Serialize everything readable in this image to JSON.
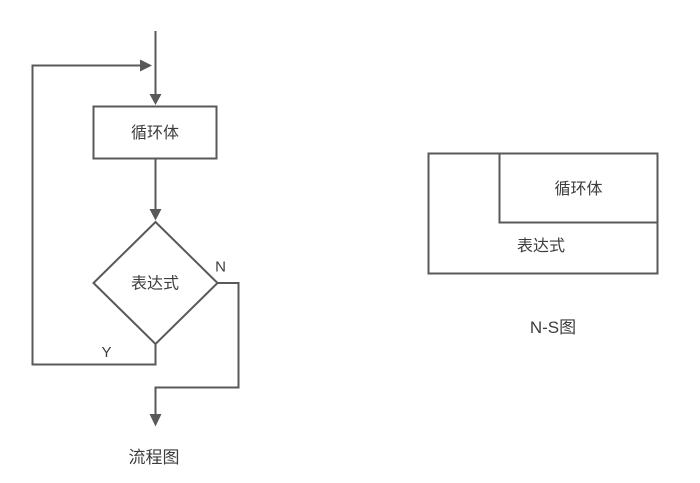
{
  "colors": {
    "line": "#595959",
    "text": "#3d3d3d",
    "background": "#ffffff"
  },
  "flowchart": {
    "caption": "流程图",
    "loop_body": "循环体",
    "condition": "表达式",
    "branch_no": "N",
    "branch_yes": "Y"
  },
  "ns_diagram": {
    "caption": "N-S图",
    "loop_body": "循环体",
    "condition": "表达式"
  }
}
